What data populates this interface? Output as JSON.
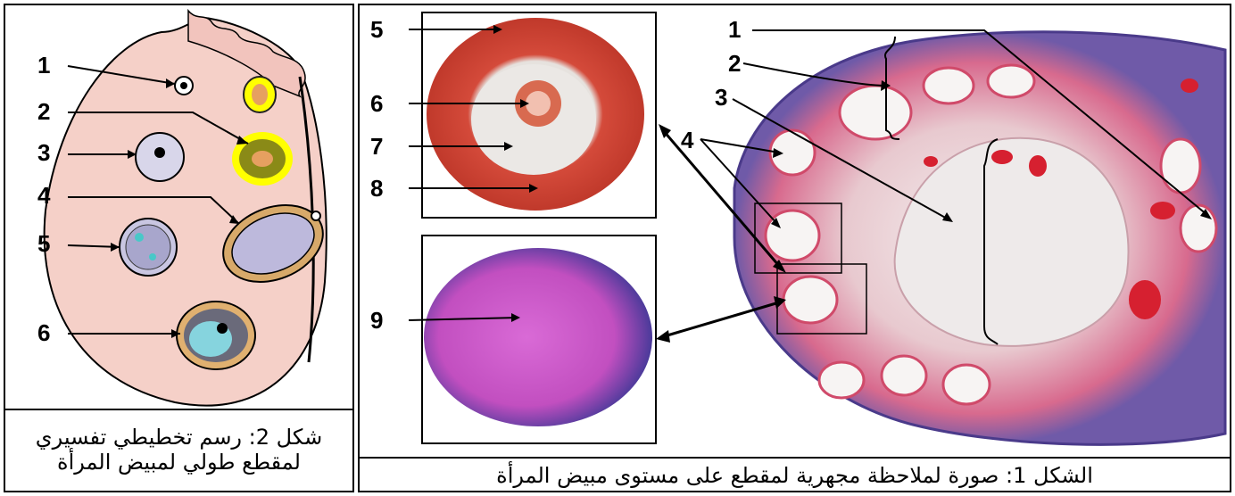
{
  "figure2": {
    "labels": [
      "1",
      "2",
      "3",
      "4",
      "5",
      "6"
    ],
    "caption_line1": "شكل 2: رسم تخطيطي تفسيري",
    "caption_line2": "لمقطع طولي لمبيض المرأة"
  },
  "figure1": {
    "left_labels": [
      "5",
      "6",
      "7",
      "8",
      "9"
    ],
    "right_labels": [
      "1",
      "2",
      "3",
      "4"
    ],
    "caption": "الشكل 1: صورة لملاحظة مجهرية لمقطع على مستوى مبيض المرأة"
  },
  "colors": {
    "ovary_tissue": "#f5d0c8",
    "follicle_yellow": "#ffff00",
    "stain_pink": "#c93a8a",
    "stain_red": "#d63a3a",
    "stain_purple": "#5a4aa0"
  }
}
